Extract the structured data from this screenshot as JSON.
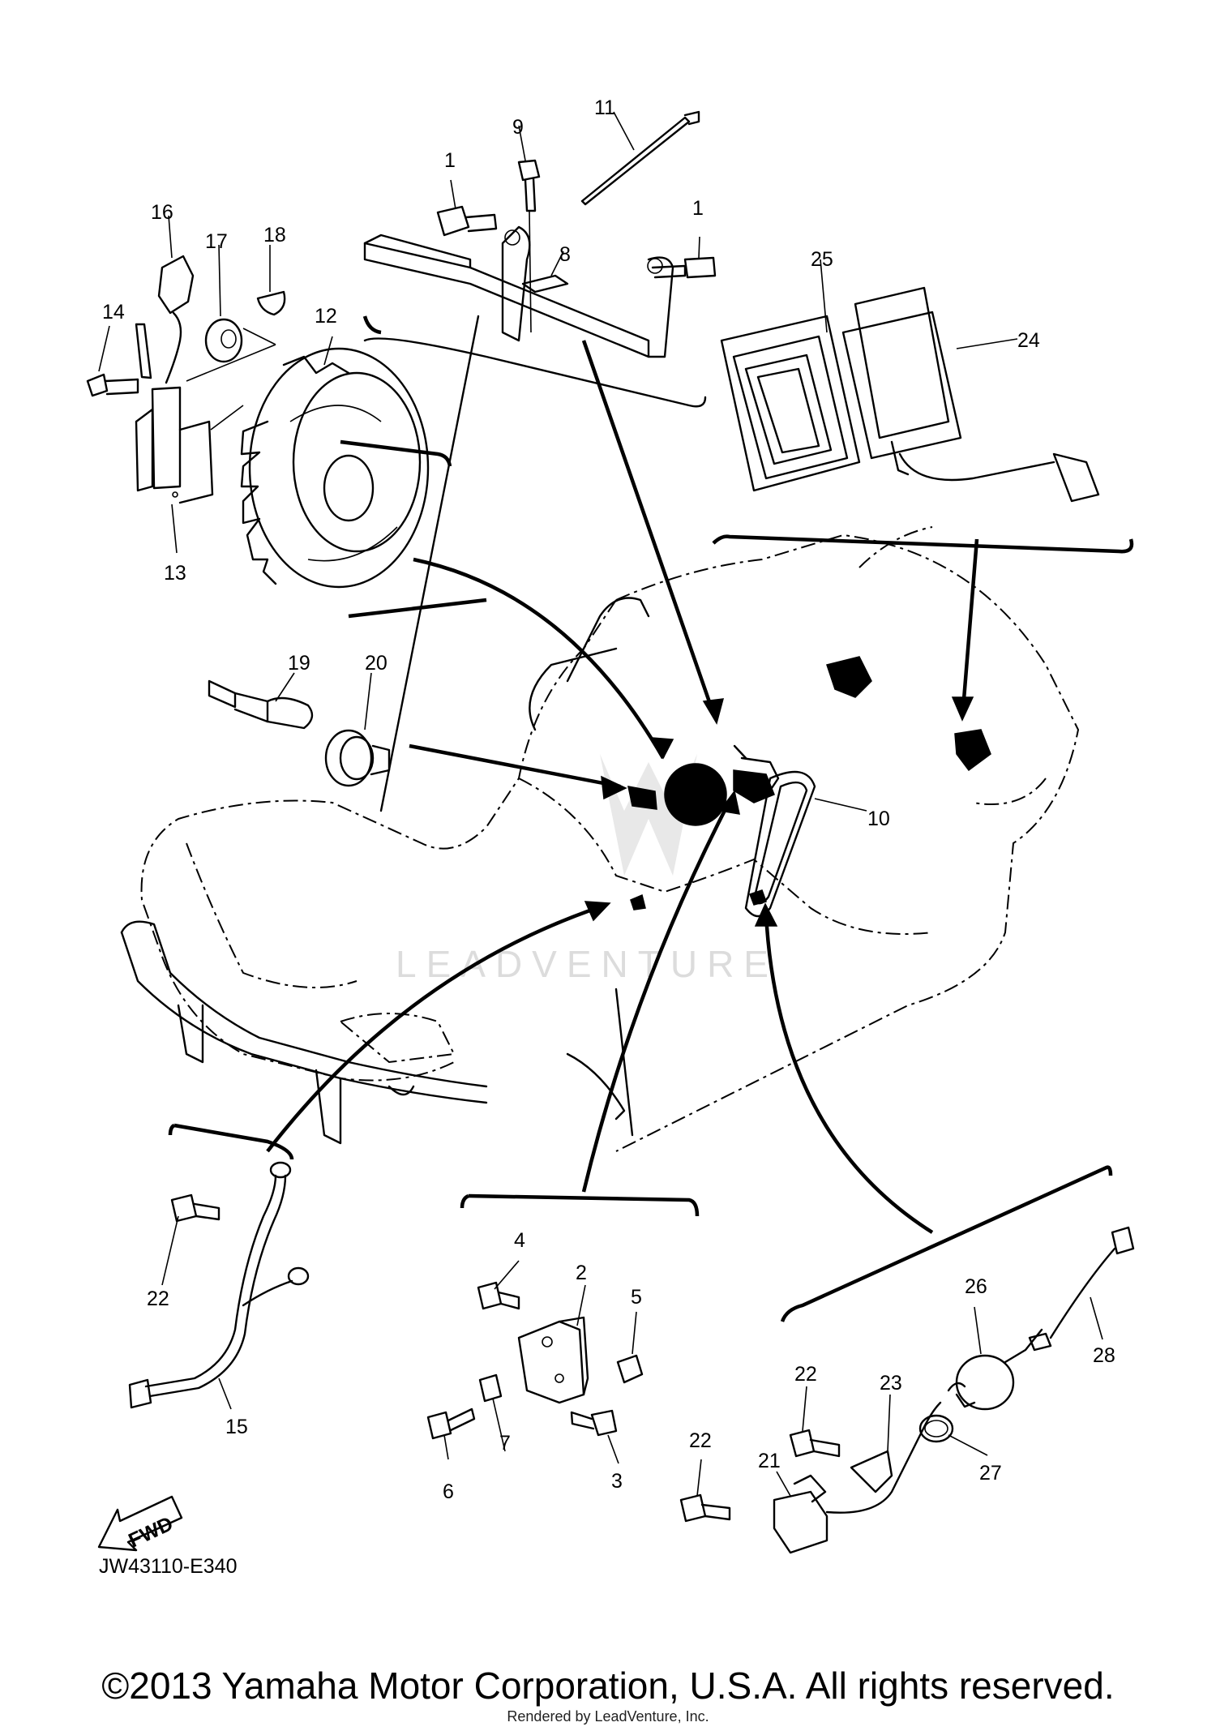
{
  "diagram": {
    "callouts": [
      "1",
      "1",
      "2",
      "3",
      "4",
      "5",
      "6",
      "7",
      "8",
      "9",
      "10",
      "11",
      "12",
      "13",
      "14",
      "15",
      "16",
      "17",
      "18",
      "19",
      "20",
      "21",
      "22",
      "22",
      "22",
      "23",
      "24",
      "25",
      "26",
      "27",
      "28"
    ],
    "fwd_label": "FWD",
    "code": "JW43110-E340",
    "watermark": "LEADVENTURE"
  },
  "footer": {
    "copyright": "©2013 Yamaha Motor Corporation, U.S.A. All rights reserved.",
    "rendered_by": "Rendered by LeadVenture, Inc."
  }
}
